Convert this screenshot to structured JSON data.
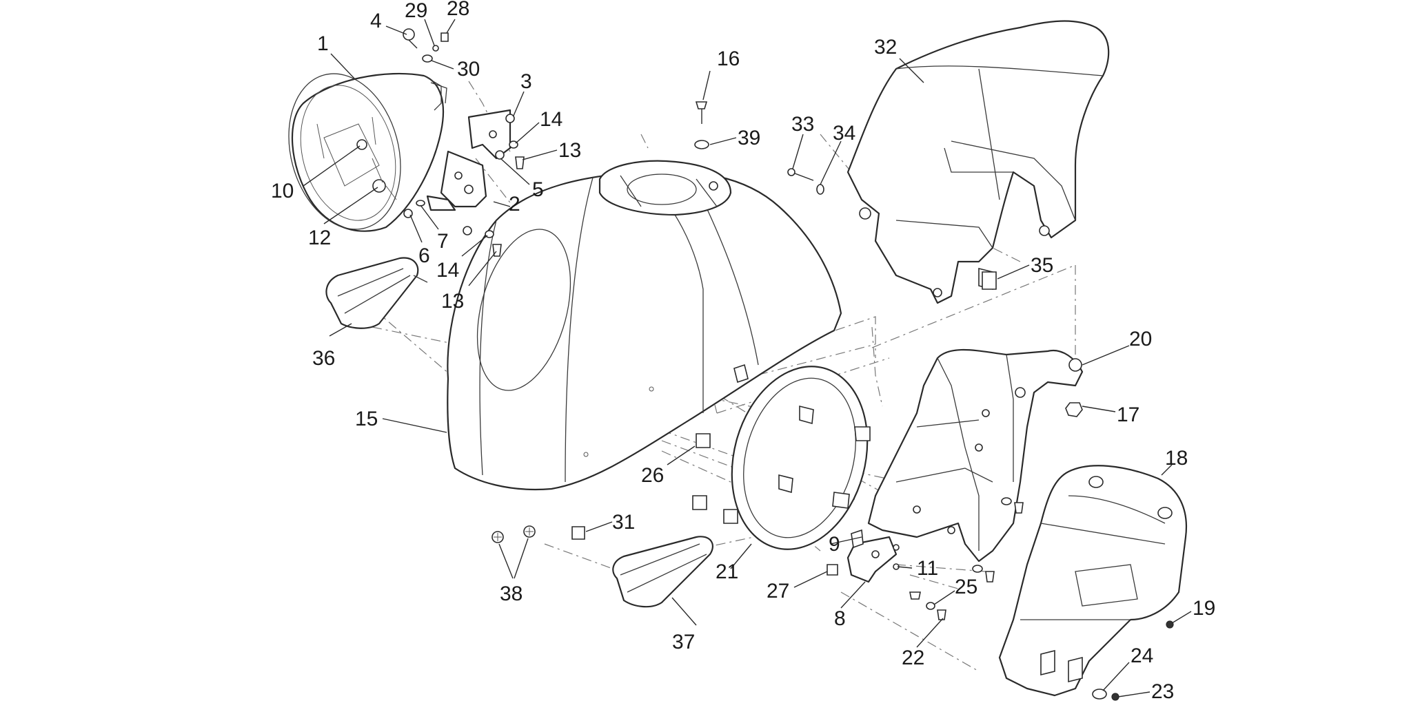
{
  "diagram": {
    "labels": [
      "1",
      "2",
      "3",
      "4",
      "5",
      "6",
      "7",
      "8",
      "9",
      "10",
      "11",
      "12",
      "13",
      "13",
      "14",
      "14",
      "15",
      "16",
      "17",
      "18",
      "19",
      "20",
      "21",
      "22",
      "23",
      "24",
      "25",
      "26",
      "27",
      "28",
      "29",
      "30",
      "31",
      "32",
      "33",
      "34",
      "35",
      "36",
      "37",
      "38",
      "39"
    ]
  }
}
